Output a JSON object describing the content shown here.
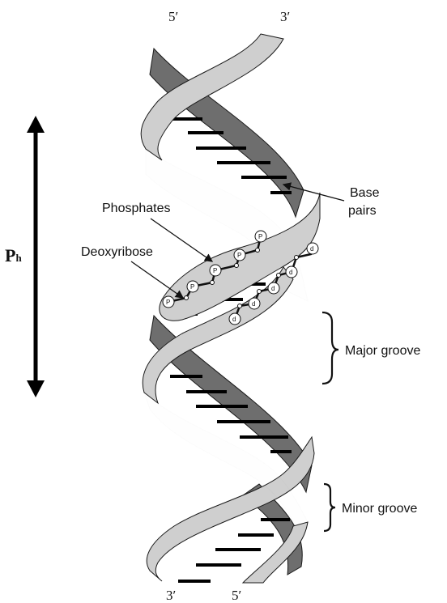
{
  "strand_ends": {
    "top_left": "5′",
    "top_right": "3′",
    "bottom_left": "3′",
    "bottom_right": "5′"
  },
  "pitch": {
    "symbol": "P",
    "subscript": "h"
  },
  "labels": {
    "base_pairs_line1": "Base",
    "base_pairs_line2": "pairs",
    "phosphates": "Phosphates",
    "deoxyribose": "Deoxyribose",
    "major_groove": "Major groove",
    "minor_groove": "Minor groove"
  },
  "beads": {
    "phosphate": "P",
    "deoxyribose": "d"
  },
  "colors": {
    "front_strand": "#cfcfcf",
    "back_strand": "#6e6e6e",
    "outline": "#1a1a1a"
  }
}
